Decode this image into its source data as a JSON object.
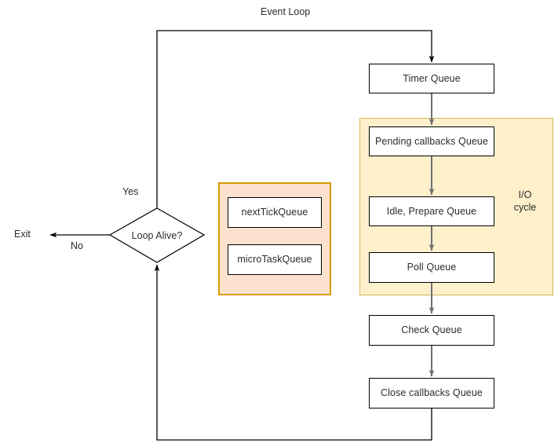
{
  "diagram": {
    "title": "Event Loop",
    "colors": {
      "io_region_fill": "#fdf0cb",
      "io_region_stroke": "#d6b656",
      "micro_region_fill": "#fce2ce",
      "micro_region_stroke": "#d79b00",
      "node_fill": "#ffffff",
      "node_stroke": "#000000",
      "edge_stroke": "#707070",
      "loop_stroke": "#000000",
      "text": "#2b2b2b"
    },
    "regions": {
      "io_cycle": {
        "label": "I/O\ncycle"
      },
      "microtasks": {
        "label": ""
      }
    },
    "nodes": {
      "timer_queue": "Timer Queue",
      "pending_callbacks_queue": "Pending callbacks Queue",
      "idle_prepare_queue": "Idle, Prepare Queue",
      "poll_queue": "Poll Queue",
      "check_queue": "Check Queue",
      "close_callbacks_queue": "Close callbacks Queue",
      "next_tick_queue": "nextTickQueue",
      "micro_task_queue": "microTaskQueue",
      "loop_alive": "Loop Alive?"
    },
    "edge_labels": {
      "yes": "Yes",
      "no": "No",
      "exit": "Exit"
    }
  }
}
